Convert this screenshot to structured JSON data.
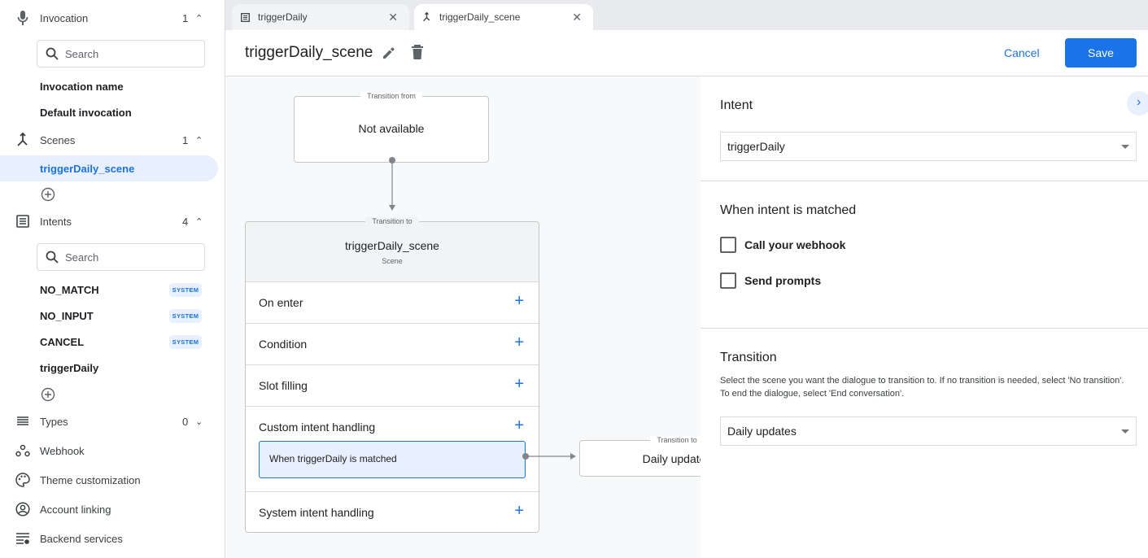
{
  "sidebar": {
    "invocation": {
      "label": "Invocation",
      "count": "1",
      "icon": "mic-icon",
      "search_placeholder": "Search",
      "items": [
        "Invocation name",
        "Default invocation"
      ]
    },
    "scenes": {
      "label": "Scenes",
      "count": "1",
      "icon": "scene-merge-icon",
      "items": [
        "triggerDaily_scene"
      ],
      "selected": "triggerDaily_scene"
    },
    "intents": {
      "label": "Intents",
      "count": "4",
      "icon": "list-icon",
      "search_placeholder": "Search",
      "items": [
        {
          "name": "NO_MATCH",
          "badge": "SYSTEM"
        },
        {
          "name": "NO_INPUT",
          "badge": "SYSTEM"
        },
        {
          "name": "CANCEL",
          "badge": "SYSTEM"
        },
        {
          "name": "triggerDaily",
          "badge": ""
        }
      ]
    },
    "types": {
      "label": "Types",
      "count": "0"
    },
    "links": [
      "Webhook",
      "Theme customization",
      "Account linking",
      "Backend services"
    ]
  },
  "tabs": [
    {
      "label": "triggerDaily",
      "icon": "intent-icon"
    },
    {
      "label": "triggerDaily_scene",
      "icon": "scene-icon",
      "active": true
    }
  ],
  "header": {
    "title": "triggerDaily_scene",
    "cancel": "Cancel",
    "save": "Save"
  },
  "canvas": {
    "from": {
      "label": "Transition from",
      "value": "Not available"
    },
    "to": {
      "label": "Transition to",
      "title": "triggerDaily_scene",
      "subtitle": "Scene",
      "rows": [
        "On enter",
        "Condition",
        "Slot filling",
        "Custom intent handling",
        "System intent handling"
      ],
      "handler": "When triggerDaily is matched"
    },
    "next": {
      "label": "Transition to",
      "value": "Daily updates"
    }
  },
  "panel": {
    "intent_title": "Intent",
    "intent_value": "triggerDaily",
    "matched_title": "When intent is matched",
    "checkboxes": [
      {
        "label": "Call your webhook",
        "checked": false
      },
      {
        "label": "Send prompts",
        "checked": false
      }
    ],
    "transition_title": "Transition",
    "transition_help": "Select the scene you want the dialogue to transition to. If no transition is needed, select 'No transition'. To end the dialogue, select 'End conversation'.",
    "transition_value": "Daily updates"
  },
  "colors": {
    "accent": "#1a73e8",
    "selected_bg": "#e8f0fe"
  }
}
